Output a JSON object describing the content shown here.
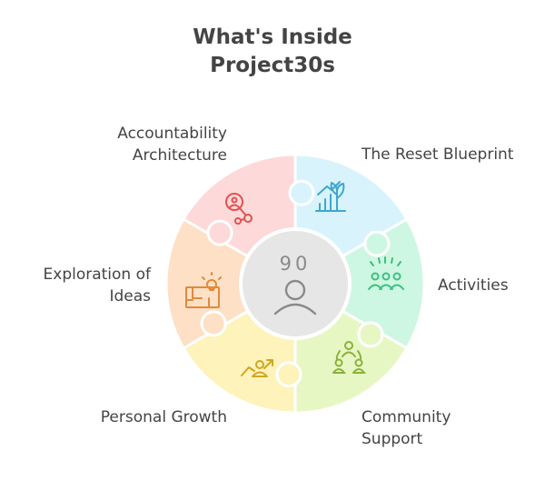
{
  "title": {
    "line1": "What's Inside",
    "line2": "Project30s"
  },
  "center": {
    "badge": "90"
  },
  "segments": [
    {
      "label_lines": [
        "The Reset Blueprint"
      ],
      "fill": "#d8f3fc",
      "stroke": "#3ea6cf",
      "icon": "growth-plant-icon"
    },
    {
      "label_lines": [
        "Activities"
      ],
      "fill": "#cdf7e2",
      "stroke": "#3fbf7f",
      "icon": "group-celebration-icon"
    },
    {
      "label_lines": [
        "Community",
        "Support"
      ],
      "fill": "#e6f7c4",
      "stroke": "#8cb13a",
      "icon": "community-network-icon"
    },
    {
      "label_lines": [
        "Personal Growth"
      ],
      "fill": "#fdf3bb",
      "stroke": "#d0a621",
      "icon": "person-upward-arrow-icon"
    },
    {
      "label_lines": [
        "Exploration of",
        "Ideas"
      ],
      "fill": "#fde0c6",
      "stroke": "#e08a3a",
      "icon": "lightbulb-blueprint-icon"
    },
    {
      "label_lines": [
        "Accountability",
        "Architecture"
      ],
      "fill": "#fdd9d9",
      "stroke": "#e05252",
      "icon": "person-target-icon"
    }
  ]
}
